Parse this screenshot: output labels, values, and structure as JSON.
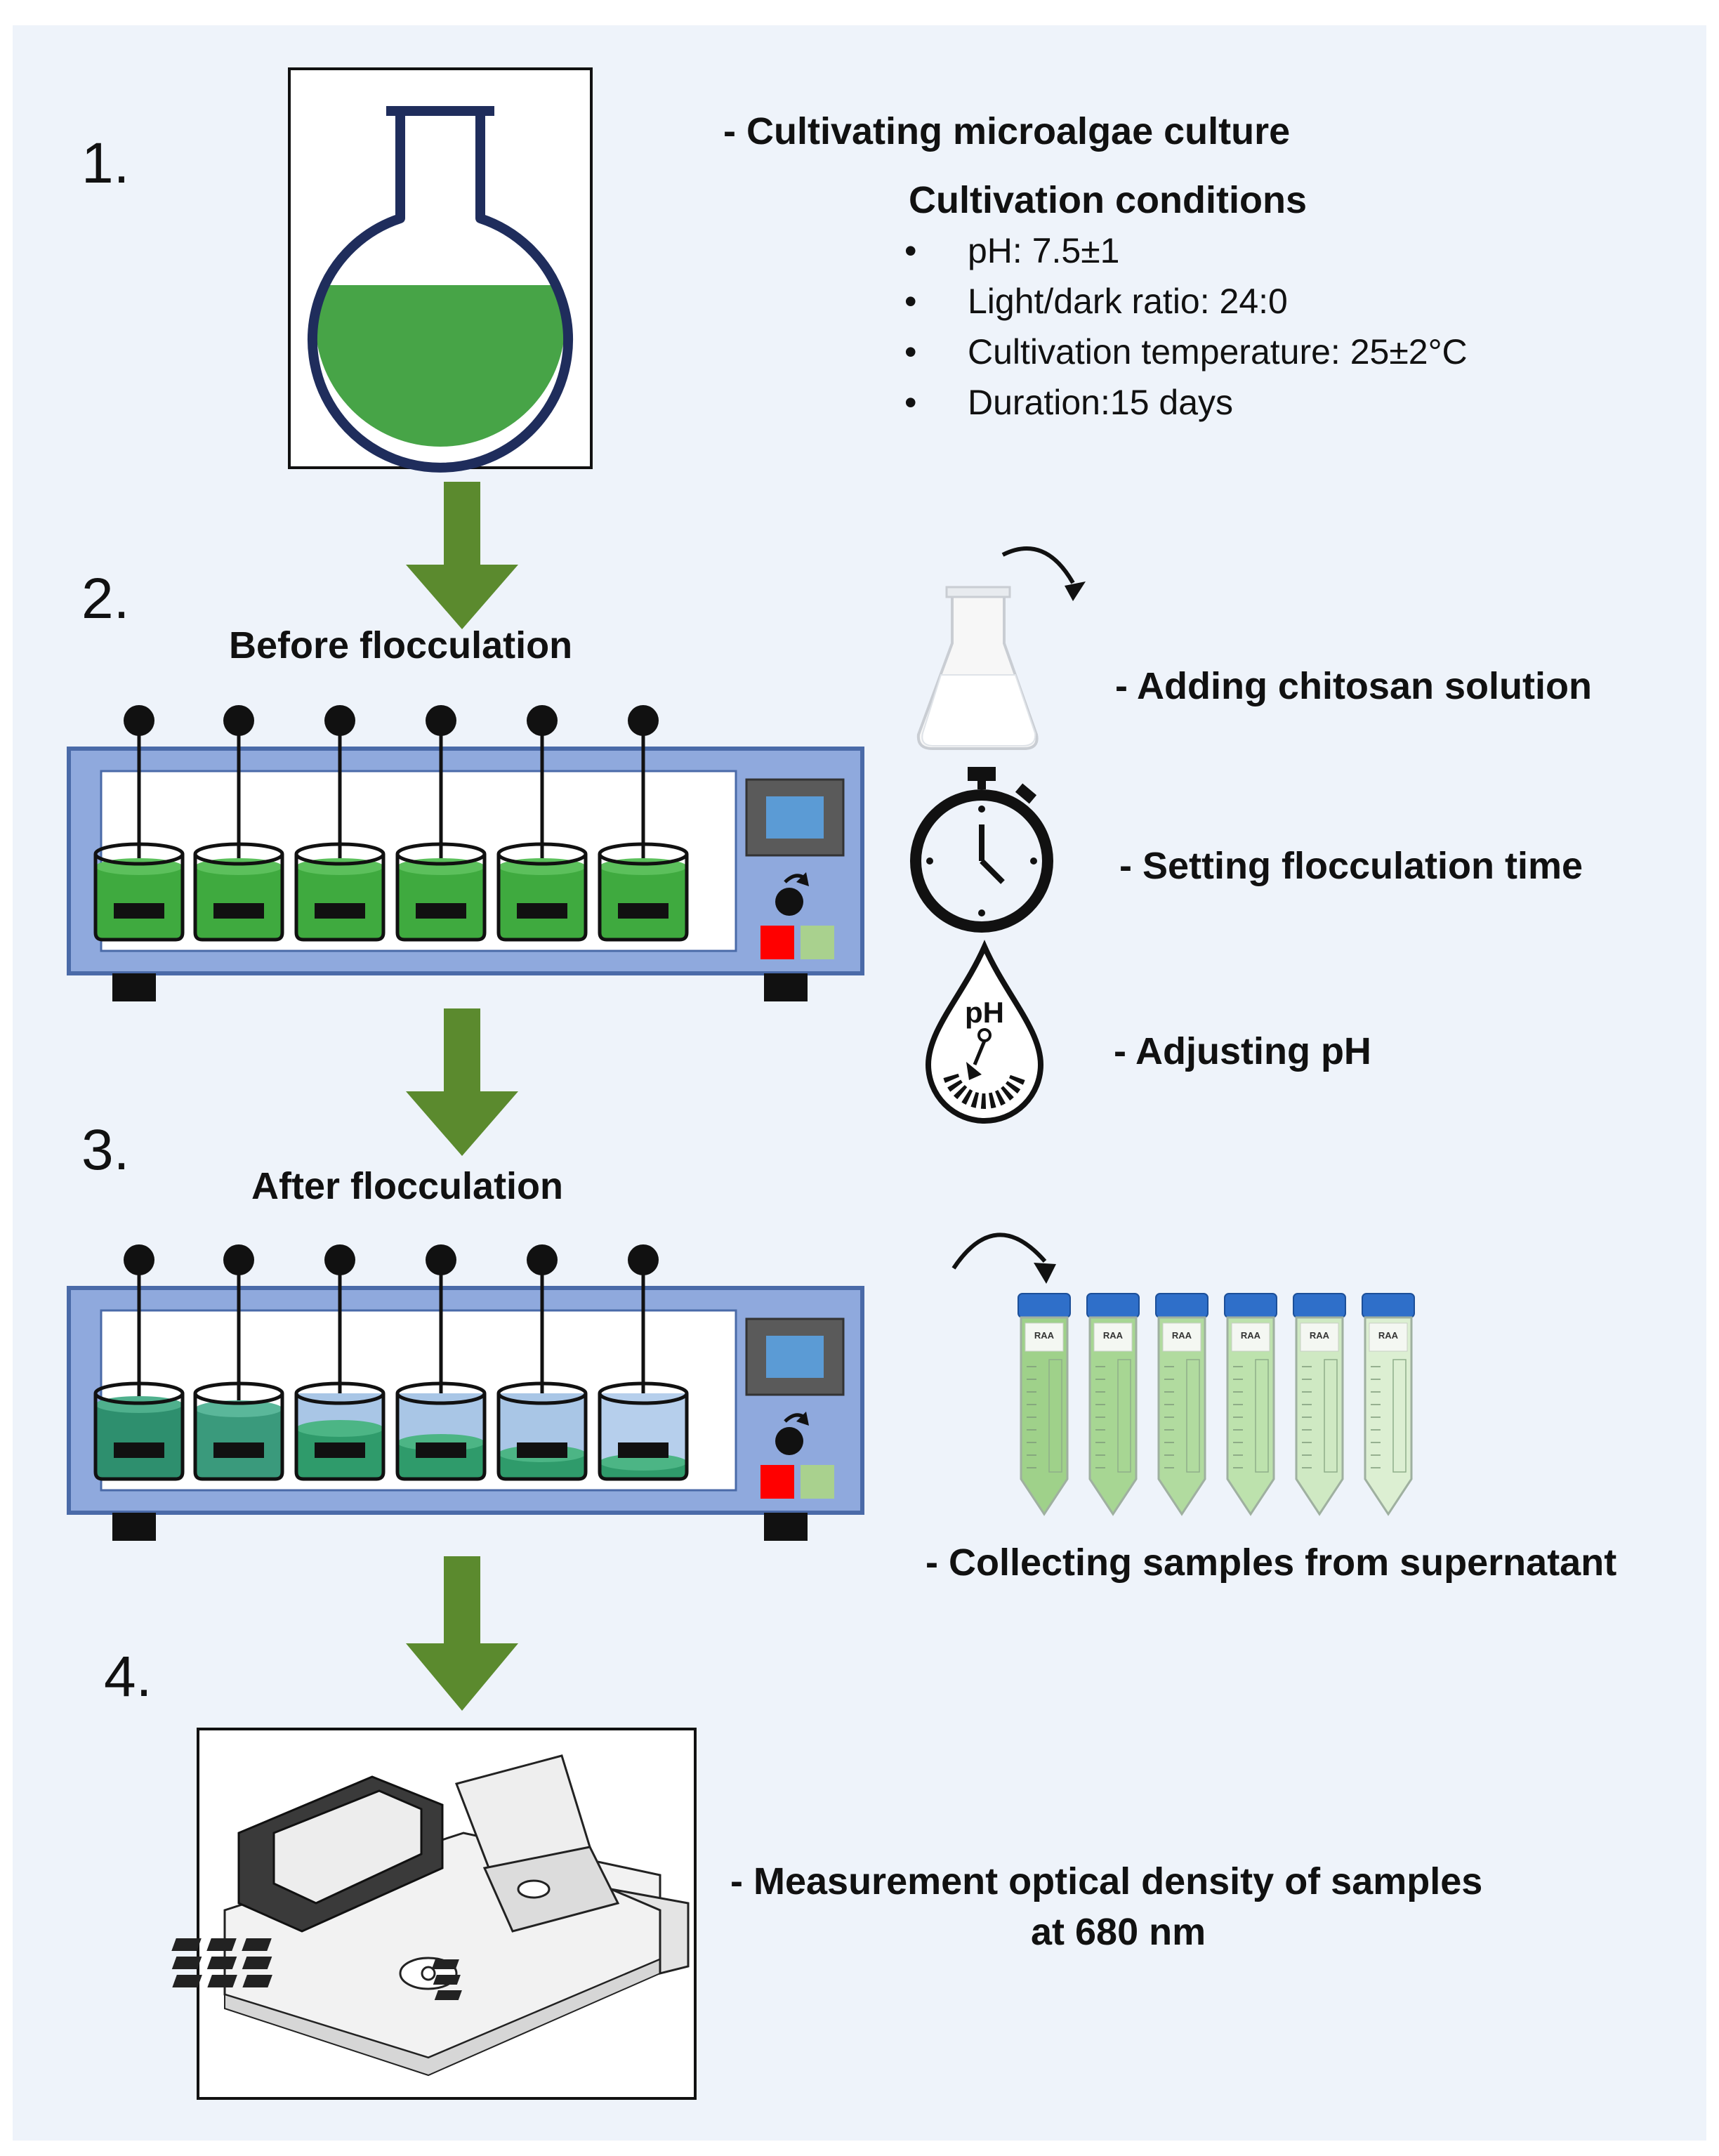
{
  "steps": [
    {
      "number": "1."
    },
    {
      "number": "2."
    },
    {
      "number": "3."
    },
    {
      "number": "4."
    }
  ],
  "step1": {
    "heading": "- Cultivating microalgae culture",
    "conditions_title": "Cultivation conditions",
    "conditions": [
      "pH: 7.5±1",
      "Light/dark ratio: 24:0",
      "Cultivation  temperature: 25±2°C",
      "Duration:15 days"
    ],
    "bullet_char": "•"
  },
  "step2": {
    "apparatus_label": "Before flocculation",
    "actions": [
      {
        "label": "- Adding chitosan solution",
        "icon": "flask-icon"
      },
      {
        "label": "- Setting flocculation time",
        "icon": "stopwatch-icon"
      },
      {
        "label": "- Adjusting pH",
        "icon": "ph-drop-icon"
      }
    ],
    "ph_icon_text": "pH"
  },
  "step3": {
    "apparatus_label": "After flocculation",
    "action": "- Collecting samples from supernatant",
    "tube_brand": "RAA",
    "tube_count": 6
  },
  "step4": {
    "action_line1": "- Measurement optical density of samples",
    "action_line2": "at 680 nm"
  },
  "colors": {
    "background": "#eef3fa",
    "arrow": "#5b8a2e",
    "algae_green": "#3faa3f",
    "frame_blue": "#8fa9dd",
    "screen_blue": "#5b9bd5",
    "stop_red": "#ff0000",
    "start_green": "#a9d18e"
  }
}
